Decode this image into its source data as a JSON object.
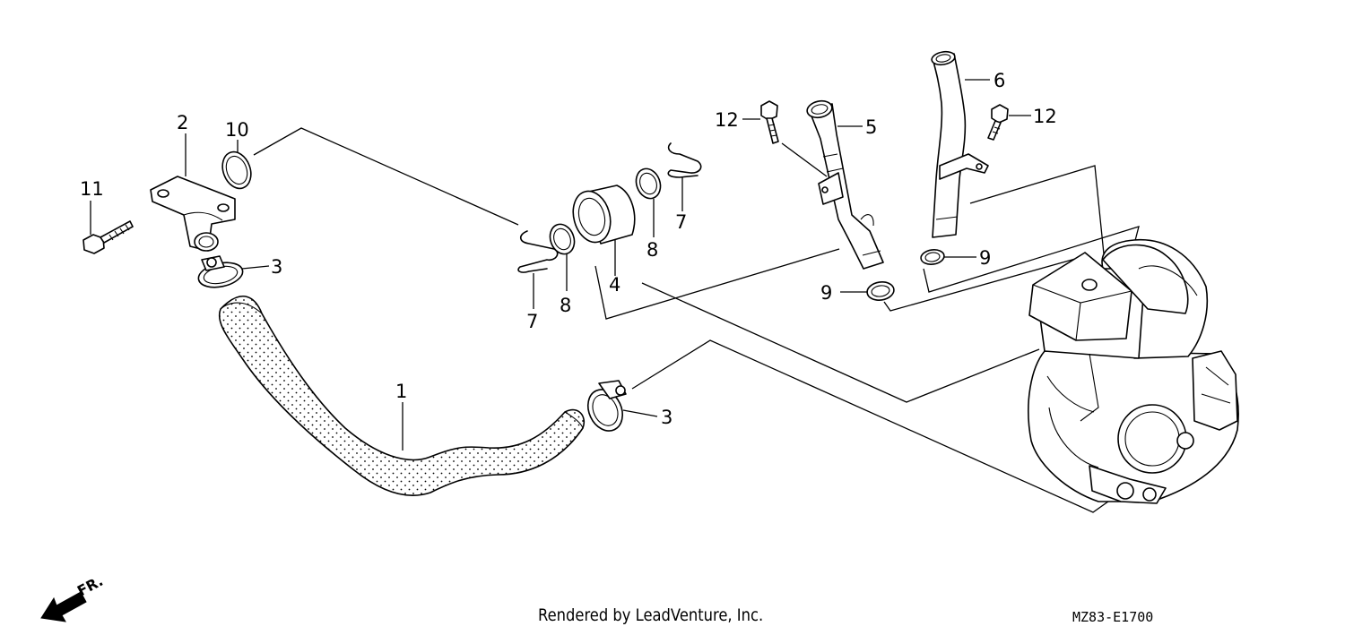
{
  "diagram": {
    "part_numbers": [
      "1",
      "2",
      "3",
      "4",
      "5",
      "6",
      "7",
      "8",
      "9",
      "10",
      "11",
      "12"
    ],
    "front_label": "FR.",
    "credit": "Rendered by LeadVenture, Inc.",
    "diagram_code": "MZ83-E1700"
  }
}
